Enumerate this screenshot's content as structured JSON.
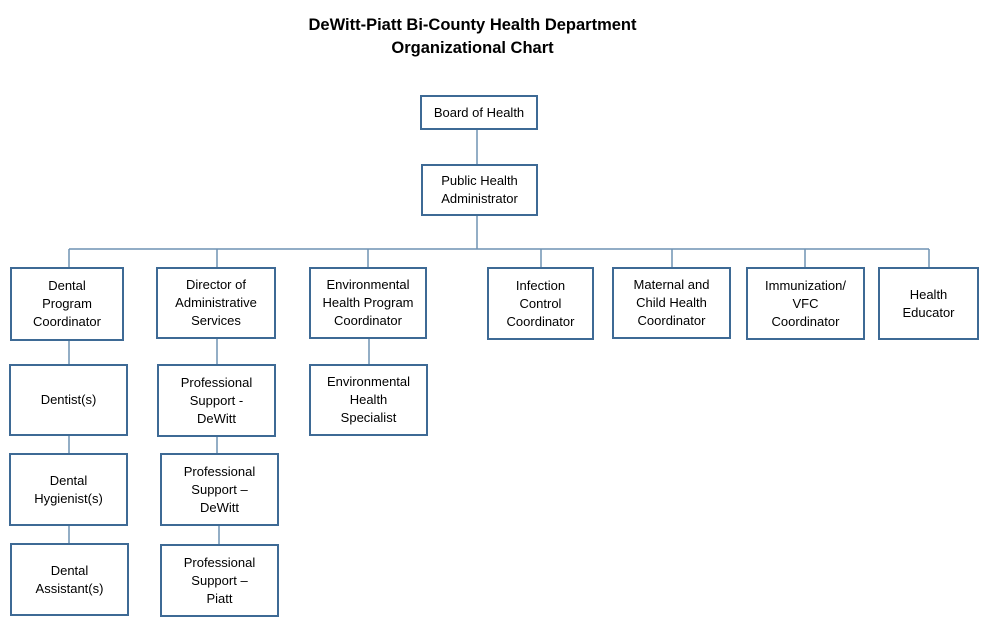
{
  "title": {
    "line1": "DeWitt-Piatt Bi-County Health Department",
    "line2": "Organizational Chart"
  },
  "colors": {
    "box_border": "#3e6a95",
    "connector": "#6f92b3"
  },
  "nodes": {
    "board": [
      "Board of Health"
    ],
    "admin": [
      "Public Health",
      "Administrator"
    ],
    "dental_coord": [
      "Dental",
      "Program",
      "Coordinator"
    ],
    "dentists": [
      "Dentist(s)"
    ],
    "hygienists": [
      "Dental",
      "Hygienist(s)"
    ],
    "assistants": [
      "Dental",
      "Assistant(s)"
    ],
    "director": [
      "Director of",
      "Administrative",
      "Services"
    ],
    "ps_dewitt_1": [
      "Professional",
      "Support -",
      "DeWitt"
    ],
    "ps_dewitt_2": [
      "Professional",
      "Support –",
      "DeWitt"
    ],
    "ps_piatt": [
      "Professional",
      "Support –",
      "Piatt"
    ],
    "env_coord": [
      "Environmental",
      "Health Program",
      "Coordinator"
    ],
    "env_spec": [
      "Environmental",
      "Health",
      "Specialist"
    ],
    "infection": [
      "Infection",
      "Control",
      "Coordinator"
    ],
    "maternal": [
      "Maternal and",
      "Child Health",
      "Coordinator"
    ],
    "immunization": [
      "Immunization/",
      "VFC",
      "Coordinator"
    ],
    "educator": [
      "Health",
      "Educator"
    ]
  }
}
